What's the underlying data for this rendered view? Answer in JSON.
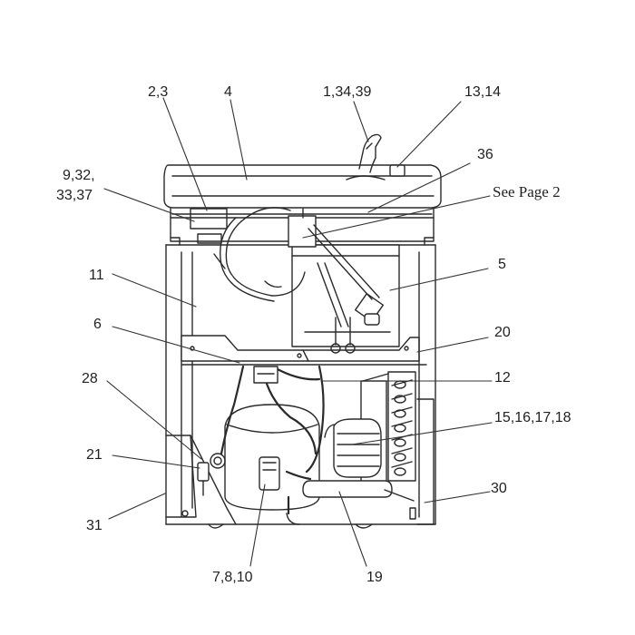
{
  "labels": {
    "l_2_3": "2,3",
    "l_4": "4",
    "l_1_34_39": "1,34,39",
    "l_13_14": "13,14",
    "l_9_32": "9,32,",
    "l_33_37": "33,37",
    "l_36": "36",
    "l_see_page_2": "See Page 2",
    "l_5": "5",
    "l_11": "11",
    "l_6": "6",
    "l_20": "20",
    "l_28": "28",
    "l_12": "12",
    "l_15_18": "15,16,17,18",
    "l_21": "21",
    "l_30": "30",
    "l_31": "31",
    "l_7_8_10": "7,8,10",
    "l_19": "19"
  },
  "colors": {
    "stroke": "#2a2a2a",
    "leader": "#333333",
    "fill_light": "#f4f4f4"
  }
}
